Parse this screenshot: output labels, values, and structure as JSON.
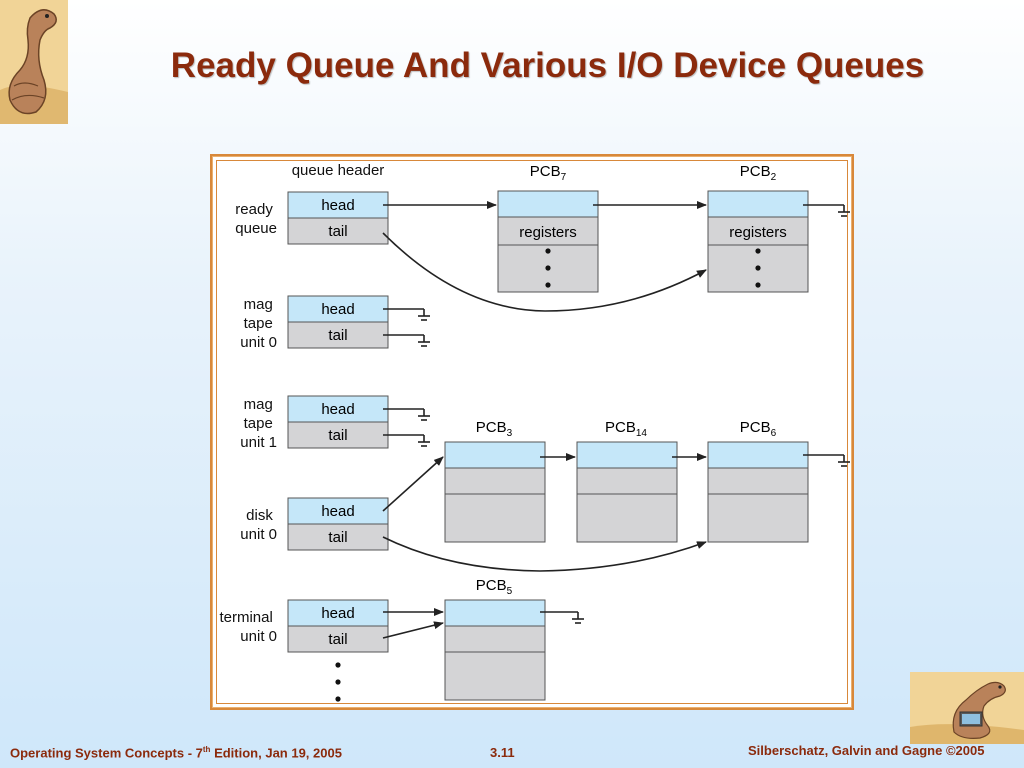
{
  "slide": {
    "title": "Ready Queue And Various I/O Device Queues",
    "footer_left_prefix": "Operating System Concepts - 7",
    "footer_left_sup": "th",
    "footer_left_suffix": " Edition, Jan 19, 2005",
    "footer_page": "3.11",
    "footer_right": "Silberschatz, Galvin and Gagne ©2005"
  },
  "colors": {
    "title": "#8b2a0c",
    "cell_blue": "#c5e7f9",
    "cell_gray": "#d4d4d6",
    "frame": "#d8883a"
  },
  "diagram": {
    "column_header": "queue header",
    "head_label": "head",
    "tail_label": "tail",
    "registers_label": "registers",
    "queues": [
      {
        "label_lines": [
          "ready",
          "queue"
        ]
      },
      {
        "label_lines": [
          "mag",
          "tape",
          "unit 0"
        ]
      },
      {
        "label_lines": [
          "mag",
          "tape",
          "unit 1"
        ]
      },
      {
        "label_lines": [
          "disk",
          "unit 0"
        ]
      },
      {
        "label_lines": [
          "terminal",
          "unit 0"
        ]
      }
    ],
    "pcbs": [
      {
        "base": "PCB",
        "sub": "7"
      },
      {
        "base": "PCB",
        "sub": "2"
      },
      {
        "base": "PCB",
        "sub": "3"
      },
      {
        "base": "PCB",
        "sub": "14"
      },
      {
        "base": "PCB",
        "sub": "6"
      },
      {
        "base": "PCB",
        "sub": "5"
      }
    ]
  }
}
